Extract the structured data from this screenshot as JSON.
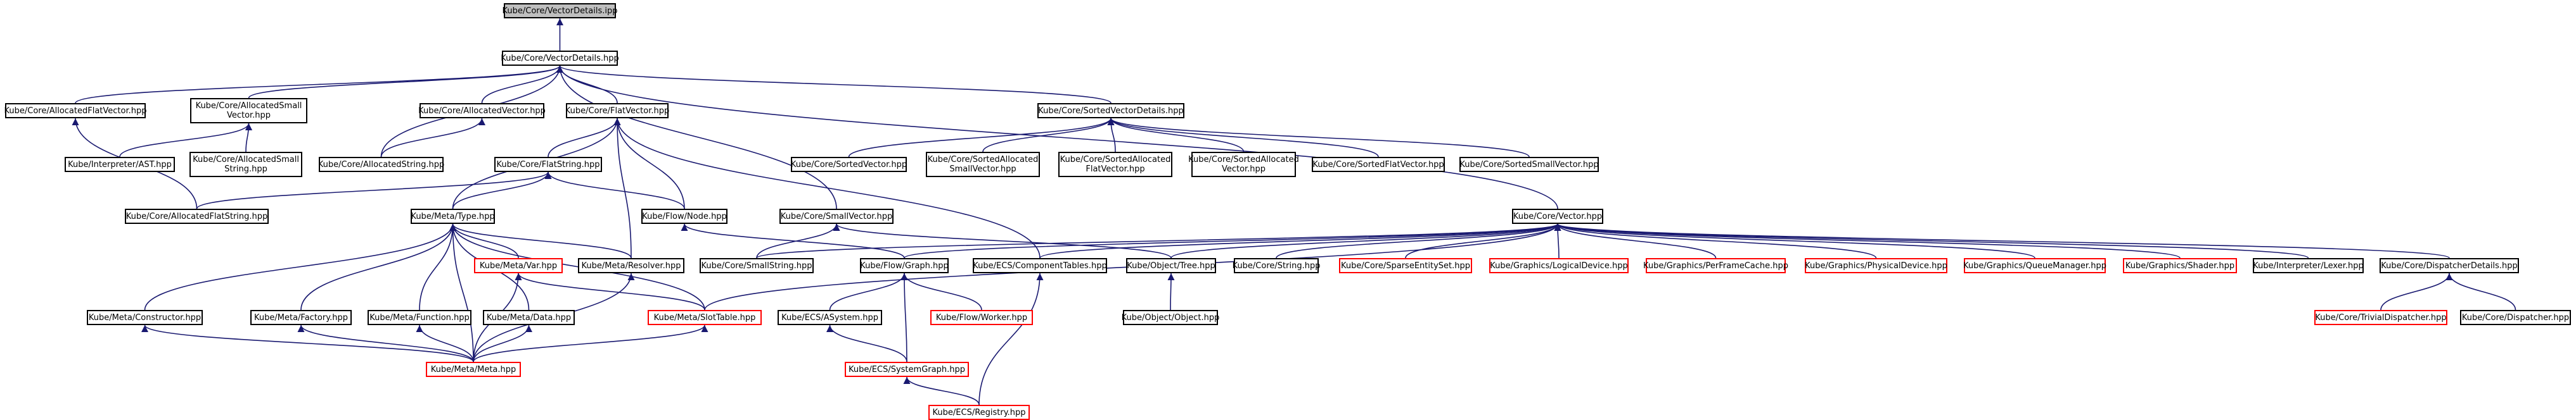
{
  "nodes": [
    {
      "id": "root",
      "label": "Kube/Core/VectorDetails.ipp",
      "kind": "root"
    },
    {
      "id": "vdh",
      "label": "Kube/Core/VectorDetails.hpp",
      "kind": "normal"
    },
    {
      "id": "afv",
      "label": "Kube/Core/AllocatedFlatVector.hpp",
      "kind": "normal"
    },
    {
      "id": "asv",
      "label": "Kube/Core/AllocatedSmall\nVector.hpp",
      "kind": "normal"
    },
    {
      "id": "av",
      "label": "Kube/Core/AllocatedVector.hpp",
      "kind": "normal"
    },
    {
      "id": "fv",
      "label": "Kube/Core/FlatVector.hpp",
      "kind": "normal"
    },
    {
      "id": "svd",
      "label": "Kube/Core/SortedVectorDetails.hpp",
      "kind": "normal"
    },
    {
      "id": "ast",
      "label": "Kube/Interpreter/AST.hpp",
      "kind": "normal"
    },
    {
      "id": "ass",
      "label": "Kube/Core/AllocatedSmall\nString.hpp",
      "kind": "normal"
    },
    {
      "id": "as",
      "label": "Kube/Core/AllocatedString.hpp",
      "kind": "normal"
    },
    {
      "id": "fs",
      "label": "Kube/Core/FlatString.hpp",
      "kind": "normal"
    },
    {
      "id": "sv",
      "label": "Kube/Core/SortedVector.hpp",
      "kind": "normal"
    },
    {
      "id": "sasv",
      "label": "Kube/Core/SortedAllocated\nSmallVector.hpp",
      "kind": "normal"
    },
    {
      "id": "safv",
      "label": "Kube/Core/SortedAllocated\nFlatVector.hpp",
      "kind": "normal"
    },
    {
      "id": "sav",
      "label": "Kube/Core/SortedAllocated\nVector.hpp",
      "kind": "normal"
    },
    {
      "id": "sfv",
      "label": "Kube/Core/SortedFlatVector.hpp",
      "kind": "normal"
    },
    {
      "id": "ssv",
      "label": "Kube/Core/SortedSmallVector.hpp",
      "kind": "normal"
    },
    {
      "id": "afs",
      "label": "Kube/Core/AllocatedFlatString.hpp",
      "kind": "normal"
    },
    {
      "id": "mt",
      "label": "Kube/Meta/Type.hpp",
      "kind": "normal"
    },
    {
      "id": "fn",
      "label": "Kube/Flow/Node.hpp",
      "kind": "normal"
    },
    {
      "id": "smv",
      "label": "Kube/Core/SmallVector.hpp",
      "kind": "normal"
    },
    {
      "id": "cv",
      "label": "Kube/Core/Vector.hpp",
      "kind": "normal"
    },
    {
      "id": "mv",
      "label": "Kube/Meta/Var.hpp",
      "kind": "missing"
    },
    {
      "id": "mr",
      "label": "Kube/Meta/Resolver.hpp",
      "kind": "normal"
    },
    {
      "id": "css",
      "label": "Kube/Core/SmallString.hpp",
      "kind": "normal"
    },
    {
      "id": "fg",
      "label": "Kube/Flow/Graph.hpp",
      "kind": "normal"
    },
    {
      "id": "ect",
      "label": "Kube/ECS/ComponentTables.hpp",
      "kind": "normal"
    },
    {
      "id": "ot",
      "label": "Kube/Object/Tree.hpp",
      "kind": "normal"
    },
    {
      "id": "cs",
      "label": "Kube/Core/String.hpp",
      "kind": "normal"
    },
    {
      "id": "sset",
      "label": "Kube/Core/SparseEntitySet.hpp",
      "kind": "missing"
    },
    {
      "id": "gld",
      "label": "Kube/Graphics/LogicalDevice.hpp",
      "kind": "missing"
    },
    {
      "id": "gpfc",
      "label": "Kube/Graphics/PerFrameCache.hpp",
      "kind": "missing"
    },
    {
      "id": "gpd",
      "label": "Kube/Graphics/PhysicalDevice.hpp",
      "kind": "missing"
    },
    {
      "id": "gqm",
      "label": "Kube/Graphics/QueueManager.hpp",
      "kind": "missing"
    },
    {
      "id": "gs",
      "label": "Kube/Graphics/Shader.hpp",
      "kind": "missing"
    },
    {
      "id": "il",
      "label": "Kube/Interpreter/Lexer.hpp",
      "kind": "normal"
    },
    {
      "id": "cdd",
      "label": "Kube/Core/DispatcherDetails.hpp",
      "kind": "normal"
    },
    {
      "id": "mc",
      "label": "Kube/Meta/Constructor.hpp",
      "kind": "normal"
    },
    {
      "id": "mf",
      "label": "Kube/Meta/Factory.hpp",
      "kind": "normal"
    },
    {
      "id": "mfn",
      "label": "Kube/Meta/Function.hpp",
      "kind": "normal"
    },
    {
      "id": "md",
      "label": "Kube/Meta/Data.hpp",
      "kind": "normal"
    },
    {
      "id": "mst",
      "label": "Kube/Meta/SlotTable.hpp",
      "kind": "missing"
    },
    {
      "id": "easy",
      "label": "Kube/ECS/ASystem.hpp",
      "kind": "normal"
    },
    {
      "id": "fw",
      "label": "Kube/Flow/Worker.hpp",
      "kind": "missing"
    },
    {
      "id": "oo",
      "label": "Kube/Object/Object.hpp",
      "kind": "normal"
    },
    {
      "id": "ctd",
      "label": "Kube/Core/TrivialDispatcher.hpp",
      "kind": "missing"
    },
    {
      "id": "cd",
      "label": "Kube/Core/Dispatcher.hpp",
      "kind": "normal"
    },
    {
      "id": "mm",
      "label": "Kube/Meta/Meta.hpp",
      "kind": "missing"
    },
    {
      "id": "esg",
      "label": "Kube/ECS/SystemGraph.hpp",
      "kind": "missing"
    },
    {
      "id": "er",
      "label": "Kube/ECS/Registry.hpp",
      "kind": "missing"
    }
  ],
  "edges": [
    [
      "vdh",
      "root"
    ],
    [
      "afv",
      "vdh"
    ],
    [
      "asv",
      "vdh"
    ],
    [
      "av",
      "vdh"
    ],
    [
      "fv",
      "vdh"
    ],
    [
      "svd",
      "vdh"
    ],
    [
      "as",
      "vdh"
    ],
    [
      "smv",
      "vdh"
    ],
    [
      "cv",
      "vdh"
    ],
    [
      "ast",
      "asv"
    ],
    [
      "ass",
      "asv"
    ],
    [
      "as",
      "av"
    ],
    [
      "fs",
      "fv"
    ],
    [
      "mt",
      "fv"
    ],
    [
      "fn",
      "fv"
    ],
    [
      "mr",
      "fv"
    ],
    [
      "ect",
      "fv"
    ],
    [
      "sv",
      "svd"
    ],
    [
      "sasv",
      "svd"
    ],
    [
      "safv",
      "svd"
    ],
    [
      "sav",
      "svd"
    ],
    [
      "sfv",
      "svd"
    ],
    [
      "ssv",
      "svd"
    ],
    [
      "afs",
      "afv"
    ],
    [
      "afs",
      "fs"
    ],
    [
      "mt",
      "fs"
    ],
    [
      "fn",
      "fs"
    ],
    [
      "css",
      "smv"
    ],
    [
      "ot",
      "smv"
    ],
    [
      "mst",
      "cv"
    ],
    [
      "css",
      "cv"
    ],
    [
      "fg",
      "cv"
    ],
    [
      "ect",
      "cv"
    ],
    [
      "ot",
      "cv"
    ],
    [
      "cs",
      "cv"
    ],
    [
      "sset",
      "cv"
    ],
    [
      "gld",
      "cv"
    ],
    [
      "gpfc",
      "cv"
    ],
    [
      "gpd",
      "cv"
    ],
    [
      "gqm",
      "cv"
    ],
    [
      "gs",
      "cv"
    ],
    [
      "il",
      "cv"
    ],
    [
      "cdd",
      "cv"
    ],
    [
      "mc",
      "mt"
    ],
    [
      "mf",
      "mt"
    ],
    [
      "mfn",
      "mt"
    ],
    [
      "md",
      "mt"
    ],
    [
      "mv",
      "mt"
    ],
    [
      "mr",
      "mt"
    ],
    [
      "mm",
      "mt"
    ],
    [
      "mst",
      "mt"
    ],
    [
      "fg",
      "fn"
    ],
    [
      "mst",
      "mv"
    ],
    [
      "mm",
      "mv"
    ],
    [
      "mm",
      "mr"
    ],
    [
      "easy",
      "fg"
    ],
    [
      "fw",
      "fg"
    ],
    [
      "esg",
      "fg"
    ],
    [
      "er",
      "ect"
    ],
    [
      "oo",
      "ot"
    ],
    [
      "ctd",
      "cdd"
    ],
    [
      "cd",
      "cdd"
    ],
    [
      "mm",
      "mc"
    ],
    [
      "mm",
      "mf"
    ],
    [
      "mm",
      "mfn"
    ],
    [
      "mm",
      "md"
    ],
    [
      "mm",
      "mst"
    ],
    [
      "esg",
      "easy"
    ],
    [
      "er",
      "esg"
    ]
  ]
}
